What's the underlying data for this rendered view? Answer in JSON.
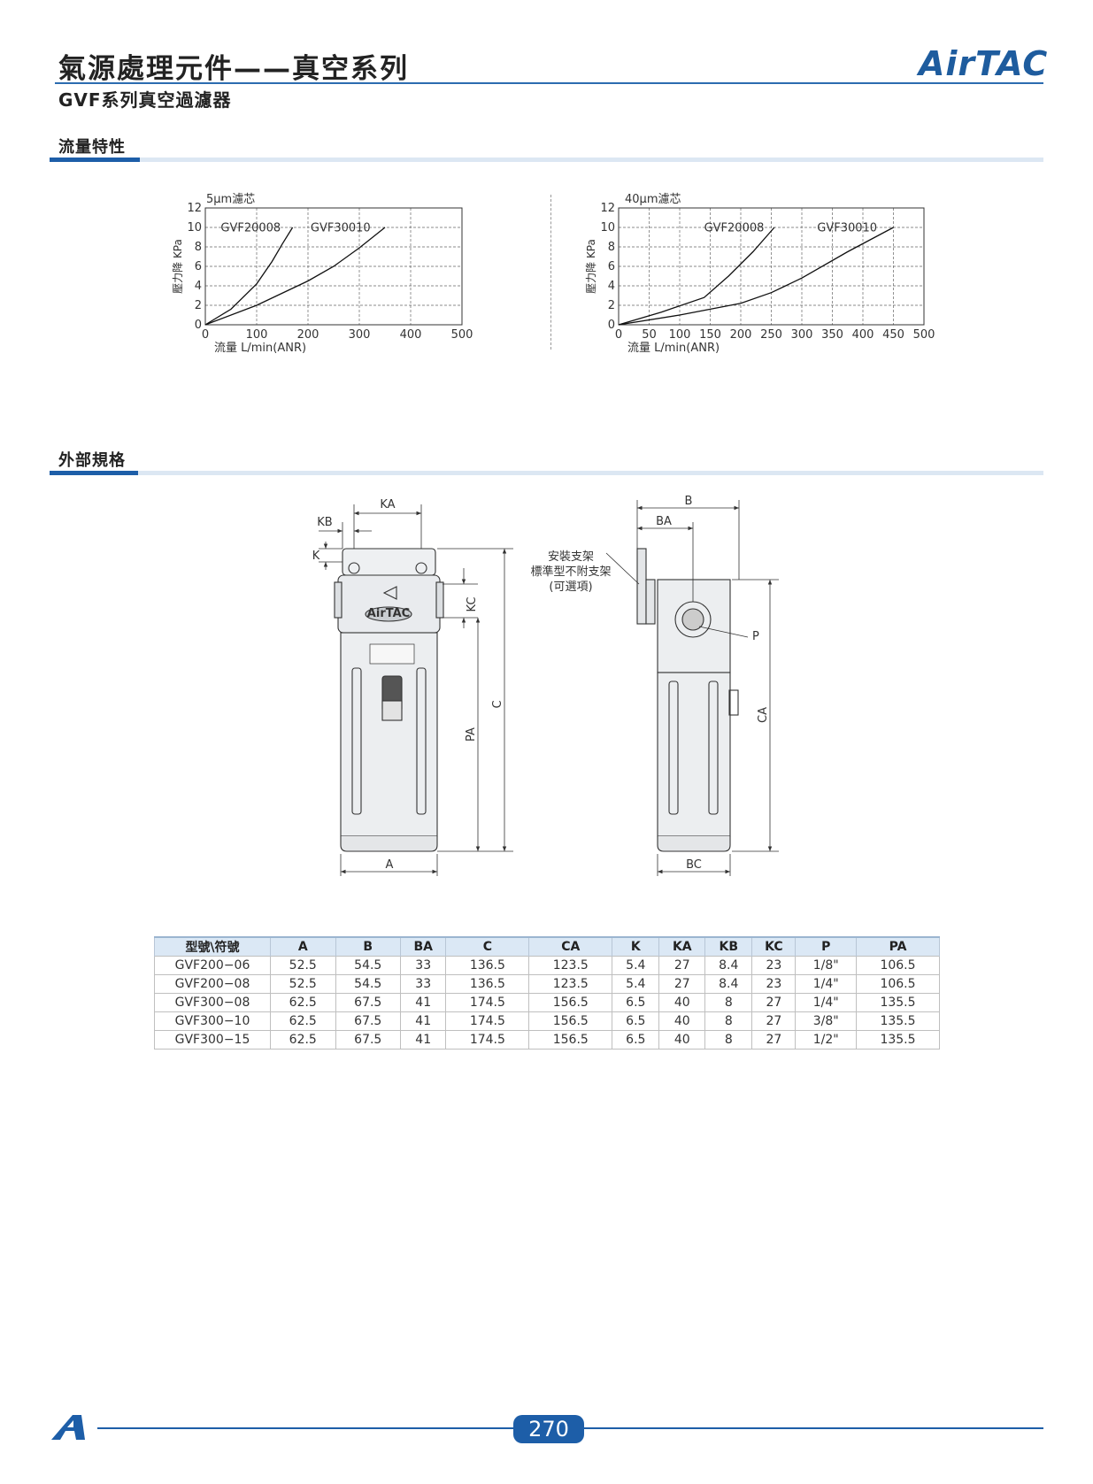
{
  "header": {
    "title": "氣源處理元件——真空系列",
    "subtitle": "GVF系列真空過濾器",
    "brand": "AirTAC"
  },
  "sections": {
    "flow": "流量特性",
    "dims": "外部規格"
  },
  "chart_data": [
    {
      "type": "line",
      "title": "5μm濾芯",
      "xlabel": "流量 L/min(ANR)",
      "ylabel": "壓力降 KPa",
      "xlim": [
        0,
        500
      ],
      "ylim": [
        0,
        12
      ],
      "xticks": [
        0,
        100,
        200,
        300,
        400,
        500
      ],
      "yticks": [
        0,
        2,
        4,
        6,
        8,
        10,
        12
      ],
      "grid": true,
      "series": [
        {
          "name": "GVF20008",
          "x": [
            0,
            50,
            100,
            130,
            150,
            170
          ],
          "y": [
            0,
            1.6,
            4.2,
            6.5,
            8.3,
            10
          ]
        },
        {
          "name": "GVF30010",
          "x": [
            0,
            100,
            200,
            250,
            300,
            350
          ],
          "y": [
            0,
            2.0,
            4.5,
            6.0,
            7.9,
            10
          ]
        }
      ]
    },
    {
      "type": "line",
      "title": "40μm濾芯",
      "xlabel": "流量 L/min(ANR)",
      "ylabel": "壓力降 KPa",
      "xlim": [
        0,
        500
      ],
      "ylim": [
        0,
        12
      ],
      "xticks": [
        0,
        50,
        100,
        150,
        200,
        250,
        300,
        350,
        400,
        450,
        500
      ],
      "yticks": [
        0,
        2,
        4,
        6,
        8,
        10,
        12
      ],
      "grid": true,
      "series": [
        {
          "name": "GVF20008",
          "x": [
            0,
            70,
            140,
            180,
            220,
            255
          ],
          "y": [
            0,
            1.3,
            2.8,
            5.0,
            7.5,
            10
          ]
        },
        {
          "name": "GVF30010",
          "x": [
            0,
            100,
            200,
            250,
            300,
            375,
            450
          ],
          "y": [
            0,
            1.0,
            2.2,
            3.3,
            4.8,
            7.5,
            10
          ]
        }
      ]
    }
  ],
  "drawing": {
    "labels": {
      "KA": "KA",
      "KB": "KB",
      "K": "K",
      "KC": "KC",
      "C": "C",
      "PA": "PA",
      "A": "A",
      "B": "B",
      "BA": "BA",
      "CA": "CA",
      "BC": "BC",
      "P": "P"
    },
    "note_lines": [
      "安裝支架",
      "標準型不附支架",
      "(可選項)"
    ],
    "body_logo": "AirTAC"
  },
  "table": {
    "headers": [
      "型號\\符號",
      "A",
      "B",
      "BA",
      "C",
      "CA",
      "K",
      "KA",
      "KB",
      "KC",
      "P",
      "PA"
    ],
    "rows": [
      [
        "GVF200−06",
        "52.5",
        "54.5",
        "33",
        "136.5",
        "123.5",
        "5.4",
        "27",
        "8.4",
        "23",
        "1/8\"",
        "106.5"
      ],
      [
        "GVF200−08",
        "52.5",
        "54.5",
        "33",
        "136.5",
        "123.5",
        "5.4",
        "27",
        "8.4",
        "23",
        "1/4\"",
        "106.5"
      ],
      [
        "GVF300−08",
        "62.5",
        "67.5",
        "41",
        "174.5",
        "156.5",
        "6.5",
        "40",
        "8",
        "27",
        "1/4\"",
        "135.5"
      ],
      [
        "GVF300−10",
        "62.5",
        "67.5",
        "41",
        "174.5",
        "156.5",
        "6.5",
        "40",
        "8",
        "27",
        "3/8\"",
        "135.5"
      ],
      [
        "GVF300−15",
        "62.5",
        "67.5",
        "41",
        "174.5",
        "156.5",
        "6.5",
        "40",
        "8",
        "27",
        "1/2\"",
        "135.5"
      ]
    ]
  },
  "footer": {
    "page_number": "270"
  },
  "colors": {
    "accent": "#1d5ea8",
    "light_bar": "#dce7f3",
    "table_header": "#dbe8f5"
  }
}
